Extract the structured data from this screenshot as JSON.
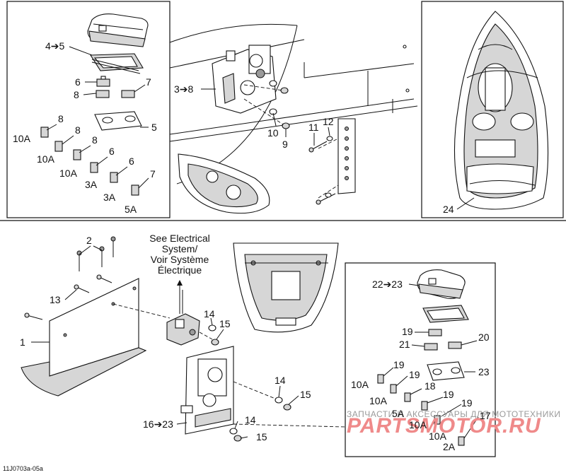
{
  "figure_code": "11J0703a-05a",
  "note": {
    "lines": [
      "See Electrical",
      "System/",
      "Voir Système",
      "Électrique"
    ]
  },
  "callouts": {
    "c4to5": "4➔5",
    "c6": "6",
    "c7a": "7",
    "c8a": "8",
    "c5": "5",
    "c8b": "8",
    "c10A_1": "10A",
    "c8c": "8",
    "c10A_2": "10A",
    "c8d": "8",
    "c10A_3": "10A",
    "c6b": "6",
    "c3A_1": "3A",
    "c6c": "6",
    "c3A_2": "3A",
    "c7b": "7",
    "c5A": "5A",
    "c3to8": "3➔8",
    "c10": "10",
    "c9": "9",
    "c11": "11",
    "c12": "12",
    "c24": "24",
    "c2": "2",
    "c13": "13",
    "c1": "1",
    "c14a": "14",
    "c15a": "15",
    "c14b": "14",
    "c15b": "15",
    "c14c": "14",
    "c15c": "15",
    "c16to23": "16➔23",
    "c22to23": "22➔23",
    "c19a": "19",
    "c20": "20",
    "c21": "21",
    "c23": "23",
    "c19b": "19",
    "c10A_4": "10A",
    "c19c": "19",
    "c10A_5": "10A",
    "c18": "18",
    "c5A_b": "5A",
    "c19d": "19",
    "c10A_6": "10A",
    "c19e": "19",
    "c10A_7": "10A",
    "c17": "17",
    "c2A": "2A"
  },
  "watermark": {
    "line1": "ЗАПЧАСТИ И АКСЕССУАРЫ ДЛЯ МОТОТЕХНИКИ",
    "line2": "PARTSMOTOR.RU"
  }
}
